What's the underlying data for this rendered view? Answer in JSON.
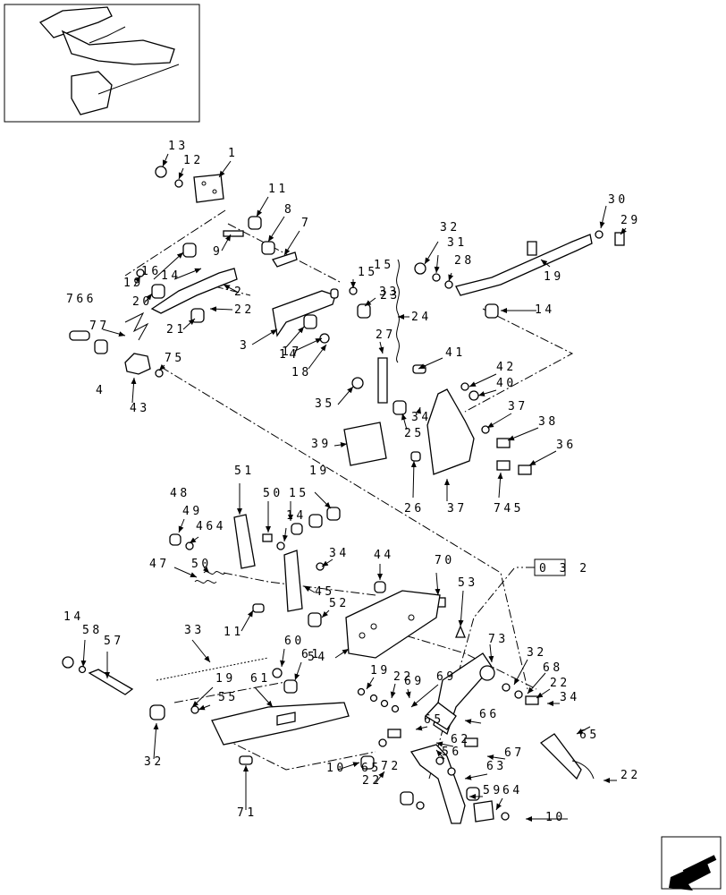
{
  "diagram": {
    "reference_box": "0 3 2",
    "labels": [
      "1",
      "12",
      "13",
      "11",
      "8",
      "7",
      "9",
      "16",
      "14",
      "19",
      "20",
      "2",
      "22",
      "21",
      "3",
      "17",
      "14",
      "18",
      "15",
      "33",
      "32",
      "31",
      "28",
      "19",
      "30",
      "29",
      "14",
      "15",
      "23",
      "24",
      "27",
      "41",
      "42",
      "40",
      "34",
      "35",
      "25",
      "39",
      "37",
      "38",
      "36",
      "26",
      "37",
      "745",
      "766",
      "77",
      "75",
      "4",
      "43",
      "51",
      "19",
      "15",
      "48",
      "49",
      "50",
      "14",
      "464",
      "47",
      "50",
      "34",
      "44",
      "45",
      "52",
      "11",
      "70",
      "53",
      "54",
      "73",
      "32",
      "68",
      "22",
      "34",
      "14",
      "58",
      "57",
      "33",
      "19",
      "55",
      "61",
      "60",
      "61",
      "19",
      "22",
      "69",
      "69",
      "65",
      "66",
      "62",
      "67",
      "10",
      "65",
      "56",
      "63",
      "22",
      "72",
      "65",
      "22",
      "59",
      "64",
      "10",
      "32",
      "71"
    ]
  }
}
